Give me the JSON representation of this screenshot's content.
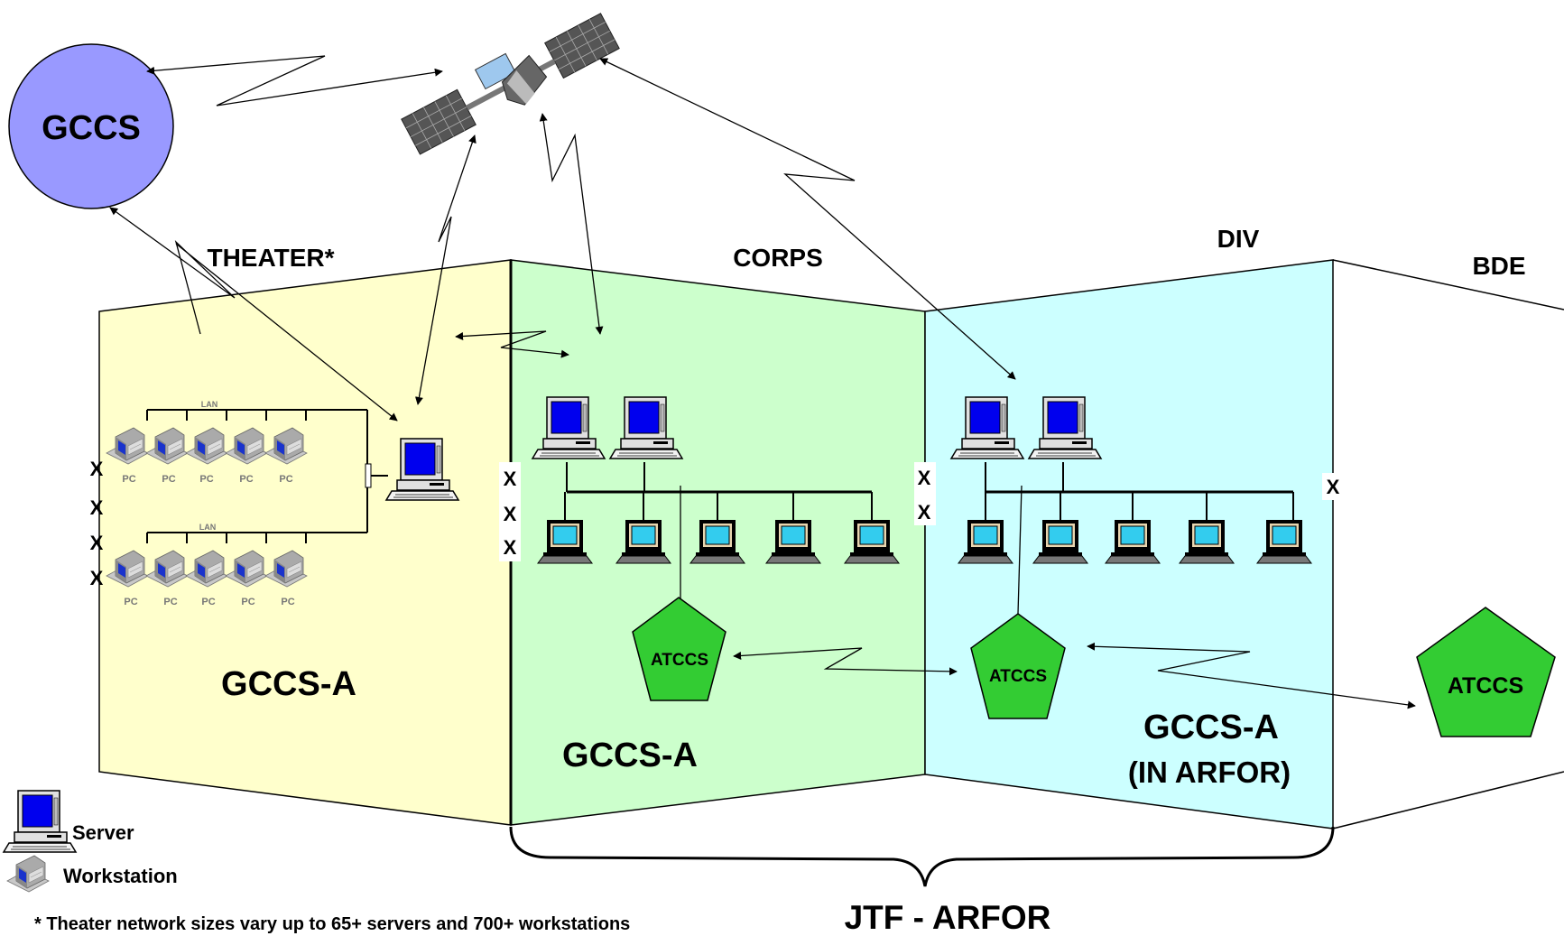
{
  "nodes": {
    "gccs": "GCCS",
    "theater": "THEATER*",
    "corps": "CORPS",
    "div": "DIV",
    "bde": "BDE",
    "theater_system": "GCCS-A",
    "corps_system": "GCCS-A",
    "div_system_line1": "GCCS-A",
    "div_system_line2": "(IN ARFOR)",
    "atccs_corps": "ATCCS",
    "atccs_div": "ATCCS",
    "atccs_bde": "ATCCS",
    "lan_label": "LAN",
    "pc_label": "PC",
    "x_mark": "X"
  },
  "legend": {
    "server": "Server",
    "workstation": "Workstation"
  },
  "footnote": "* Theater network sizes vary up to 65+ servers and 700+ workstations",
  "bottom_label": "JTF - ARFOR",
  "colors": {
    "theater_fill": "#ffffcc",
    "corps_fill": "#ccffcc",
    "div_fill": "#ccffff",
    "gccs_fill": "#9999ff",
    "atccs_fill": "#33cc33",
    "screen_fill": "#0000ee",
    "workstation_screen": "#33ccee"
  },
  "icons": [
    "satellite-icon",
    "server-icon",
    "workstation-icon",
    "pc-workstation-icon"
  ]
}
